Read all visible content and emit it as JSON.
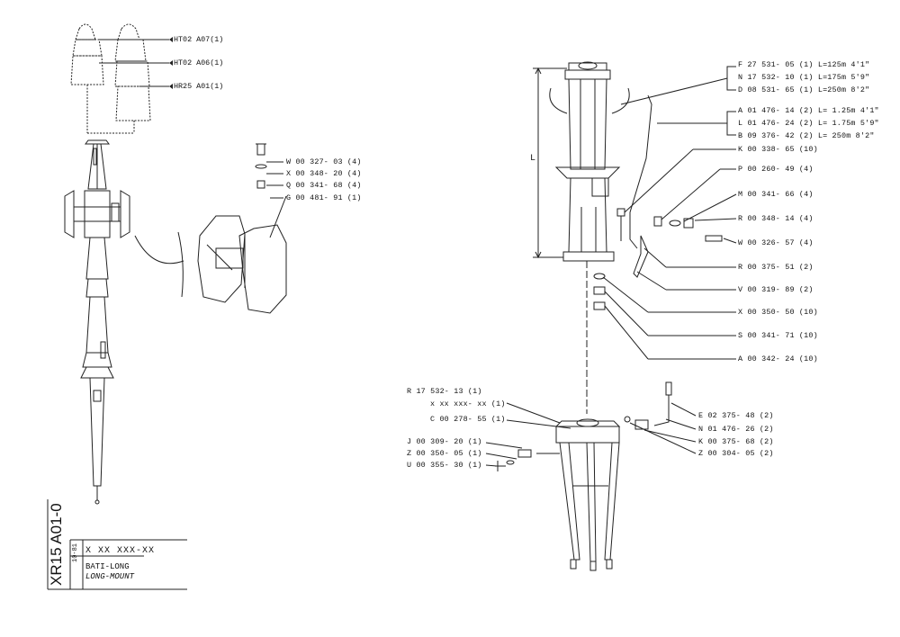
{
  "left_refs": [
    "HT02 A07(1)",
    "HT02 A06(1)",
    "HR25 A01(1)"
  ],
  "left_parts": [
    "W 00 327- 03 (4)",
    "X 00 348- 20 (4)",
    "Q 00 341- 68 (4)",
    "G 00 481- 91 (1)"
  ],
  "right_top_parts": [
    "F 27 531- 05 (1) L=125m 4'1\"",
    "N 17 532- 10 (1) L=175m 5'9\"",
    "D 08 531- 65 (1) L=250m 8'2\"",
    "A 01 476- 14 (2) L= 1.25m 4'1\"",
    "L 01 476- 24 (2) L= 1.75m 5'9\"",
    "B 09 376- 42 (2) L= 250m 8'2\"",
    "K 00 338- 65 (10)",
    "P 00 260- 49 (4)",
    "M 00 341- 66 (4)",
    "R 00 348- 14 (4)",
    "W 00 326- 57 (4)",
    "R 00 375- 51 (2)",
    "V 00 319- 89 (2)",
    "X 00 350- 50 (10)",
    "S 00 341- 71 (10)",
    "A 00 342- 24 (10)"
  ],
  "base_left_parts": [
    "R 17 532- 13 (1)",
    "x xx xxx- xx (1)",
    "C 00 278- 55 (1)",
    "J 00 309- 20 (1)",
    "Z 00 350- 05 (1)",
    "U 00 355- 30 (1)"
  ],
  "base_right_parts": [
    "E 02 375- 48 (2)",
    "N 01 476- 26 (2)",
    "K 00 375- 68 (2)",
    "Z 00 304- 05 (2)"
  ],
  "dimension_label": "L",
  "title_block": {
    "code": "XR15 A01-0",
    "date": "10-81",
    "part_number": "X XX XXX-XX",
    "name_fr": "BATI-LONG",
    "name_en": "LONG-MOUNT"
  }
}
